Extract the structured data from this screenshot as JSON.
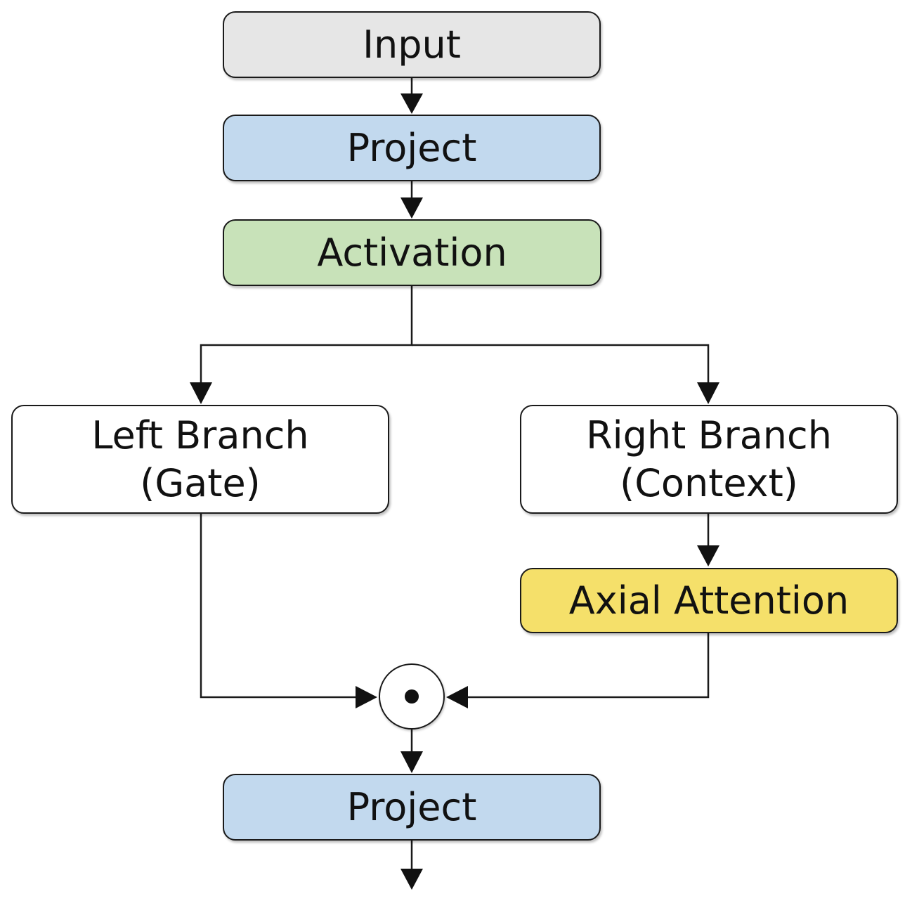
{
  "colors": {
    "input_fill": "#e6e6e6",
    "project_fill": "#c2d9ee",
    "activation_fill": "#c8e2b9",
    "branch_fill": "#ffffff",
    "attention_fill": "#f5e06a",
    "stroke": "#1a1a1a"
  },
  "nodes": {
    "input": {
      "label": "Input"
    },
    "project_1": {
      "label": "Project"
    },
    "activation": {
      "label": "Activation"
    },
    "left_branch": {
      "line1": "Left Branch",
      "line2": "(Gate)"
    },
    "right_branch": {
      "line1": "Right Branch",
      "line2": "(Context)"
    },
    "axial_attention": {
      "label": "Axial Attention"
    },
    "project_2": {
      "label": "Project"
    }
  },
  "operator": {
    "symbol": "elementwise-product-dot"
  }
}
